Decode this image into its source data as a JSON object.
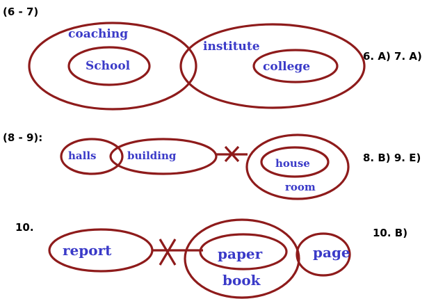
{
  "colors": {
    "ring": "#8e1b1b",
    "word": "#3a3ac8",
    "tag": "#000000"
  },
  "q67": {
    "heading": "(6 - 7)",
    "outer_left": "coaching",
    "inner_left": "School",
    "outer_right": "institute",
    "inner_right": "college",
    "answer": "6. A)  7. A)"
  },
  "q89": {
    "heading": "(8 - 9):",
    "halls": "halls",
    "building": "building",
    "house": "house",
    "room": "room",
    "answer": "8. B)  9. E)"
  },
  "q10": {
    "heading": "10.",
    "report": "report",
    "paper": "paper",
    "book": "book",
    "page": "page",
    "answer": "10. B)"
  }
}
